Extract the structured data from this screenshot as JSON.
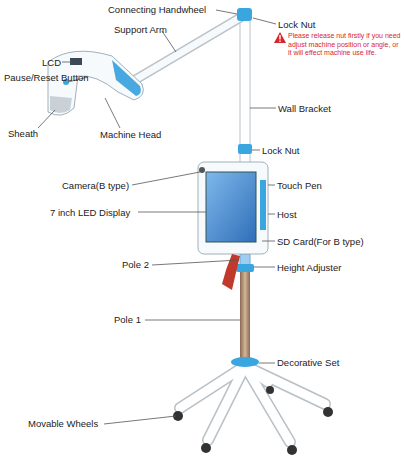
{
  "diagram": {
    "labels": [
      "Connecting Handwheel",
      "Support Arm",
      "Lock Nut",
      "Please release nut firstly if you need adjust machine position or angle, or it will effect machine use life.",
      "LCD",
      "Pause/Reset Button",
      "Wall Bracket",
      "Sheath",
      "Machine Head",
      "Lock Nut",
      "Camera(B type)",
      "Touch Pen",
      "7 inch LED Display",
      "Host",
      "SD Card(For B type)",
      "Pole 2",
      "Height Adjuster",
      "Pole 1",
      "Decorative Set",
      "Movable Wheels"
    ]
  }
}
